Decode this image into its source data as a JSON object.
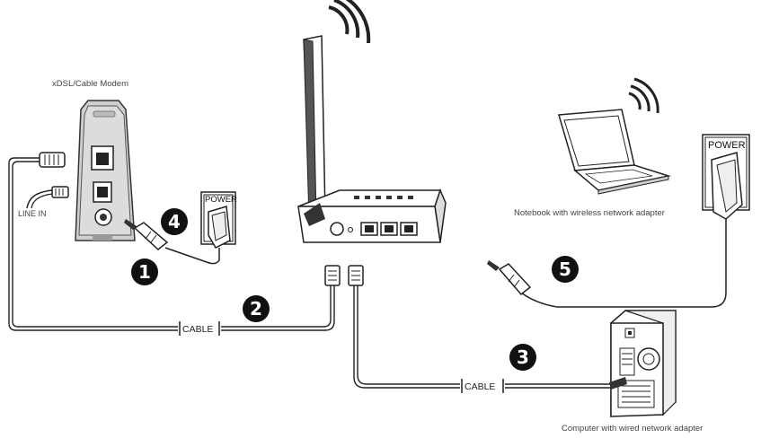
{
  "labels": {
    "modem": "xDSL/Cable Modem",
    "line_in": "LINE IN",
    "notebook": "Notebook with wireless network adapter",
    "computer": "Computer with wired network adapter",
    "cable_1": "CABLE",
    "cable_2": "CABLE",
    "power_1": "POWER",
    "power_2": "POWER"
  },
  "steps": [
    {
      "id": "step-1",
      "number": "1"
    },
    {
      "id": "step-2",
      "number": "2"
    },
    {
      "id": "step-3",
      "number": "3"
    },
    {
      "id": "step-4",
      "number": "4"
    },
    {
      "id": "step-5",
      "number": "5"
    }
  ],
  "colors": {
    "line": "#222222",
    "device_fill": "#ffffff",
    "modem_body": "#c8c8c8",
    "badge": "#111111"
  }
}
